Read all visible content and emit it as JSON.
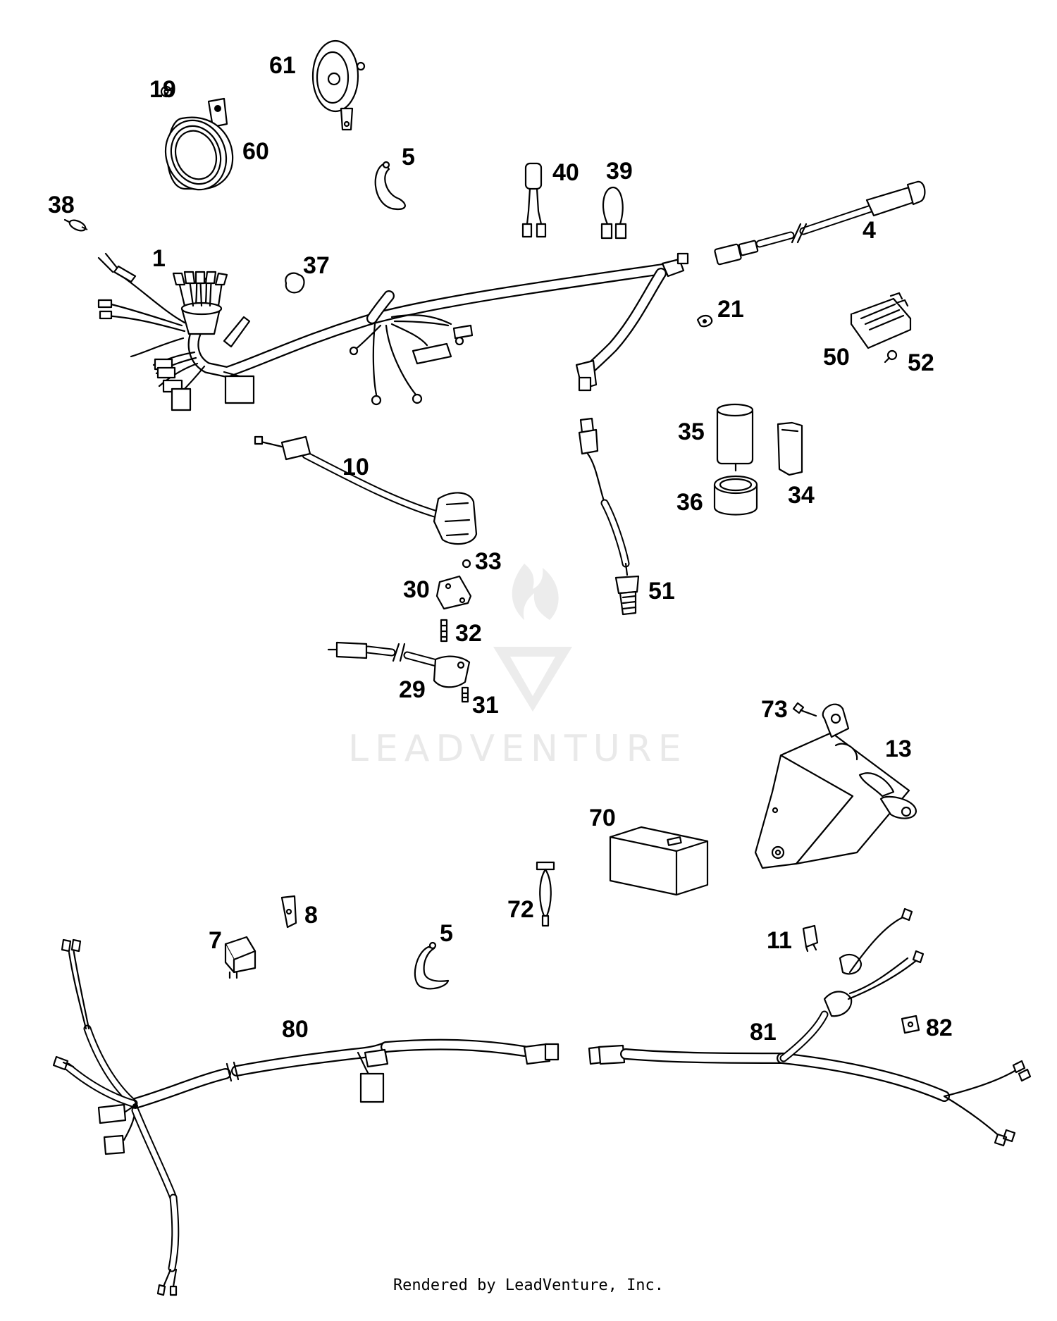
{
  "watermark": {
    "text": "LEADVENTURE"
  },
  "footer": {
    "text": "Rendered by LeadVenture, Inc."
  },
  "callouts": {
    "c1": "1",
    "c4": "4",
    "c5a": "5",
    "c5b": "5",
    "c7": "7",
    "c8": "8",
    "c10": "10",
    "c11": "11",
    "c13": "13",
    "c19": "19",
    "c21": "21",
    "c29": "29",
    "c30": "30",
    "c31": "31",
    "c32": "32",
    "c33": "33",
    "c34": "34",
    "c35": "35",
    "c36": "36",
    "c37": "37",
    "c38": "38",
    "c39": "39",
    "c40": "40",
    "c50": "50",
    "c51": "51",
    "c52": "52",
    "c60": "60",
    "c61": "61",
    "c70": "70",
    "c72": "72",
    "c73": "73",
    "c80": "80",
    "c81": "81",
    "c82": "82"
  }
}
